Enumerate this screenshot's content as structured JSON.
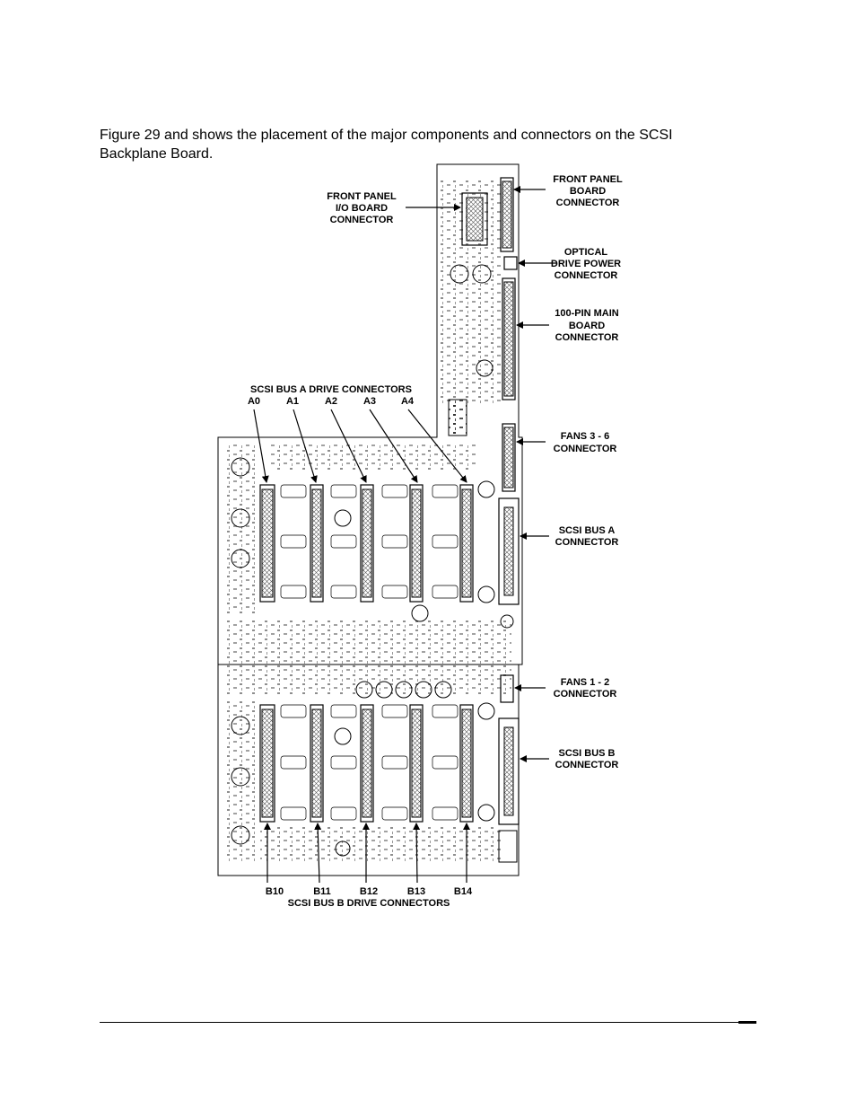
{
  "intro": {
    "line1": "Figure 29 and shows the placement of the major components and connectors on the SCSI",
    "line2": "Backplane Board."
  },
  "labels": {
    "front_panel_io": [
      "FRONT PANEL",
      "I/O BOARD",
      "CONNECTOR"
    ],
    "front_panel_board": [
      "FRONT PANEL",
      "BOARD",
      "CONNECTOR"
    ],
    "optical_drive_power": [
      "OPTICAL",
      "DRIVE POWER",
      "CONNECTOR"
    ],
    "main_board_100pin": [
      "100-PIN MAIN",
      "BOARD",
      "CONNECTOR"
    ],
    "fans_3_6": [
      "FANS 3 - 6",
      "CONNECTOR"
    ],
    "scsi_bus_a": [
      "SCSI BUS A",
      "CONNECTOR"
    ],
    "fans_1_2": [
      "FANS 1 - 2",
      "CONNECTOR"
    ],
    "scsi_bus_b": [
      "SCSI BUS B",
      "CONNECTOR"
    ],
    "bus_a_title": "SCSI BUS A DRIVE CONNECTORS",
    "bus_b_title": "SCSI BUS B DRIVE CONNECTORS",
    "bus_a_drives": [
      "A0",
      "A1",
      "A2",
      "A3",
      "A4"
    ],
    "bus_b_drives": [
      "B10",
      "B11",
      "B12",
      "B13",
      "B14"
    ]
  }
}
